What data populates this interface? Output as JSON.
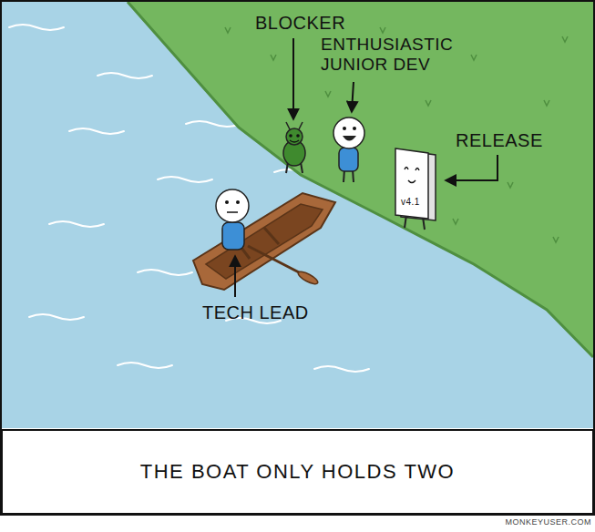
{
  "diagram": {
    "caption": "THE BOAT ONLY HOLDS TWO",
    "labels": [
      "BLOCKER",
      "ENTHUSIASTIC JUNIOR DEV",
      "RELEASE",
      "TECH LEAD",
      "v4.1",
      "MONKEYUSER.COM"
    ]
  }
}
